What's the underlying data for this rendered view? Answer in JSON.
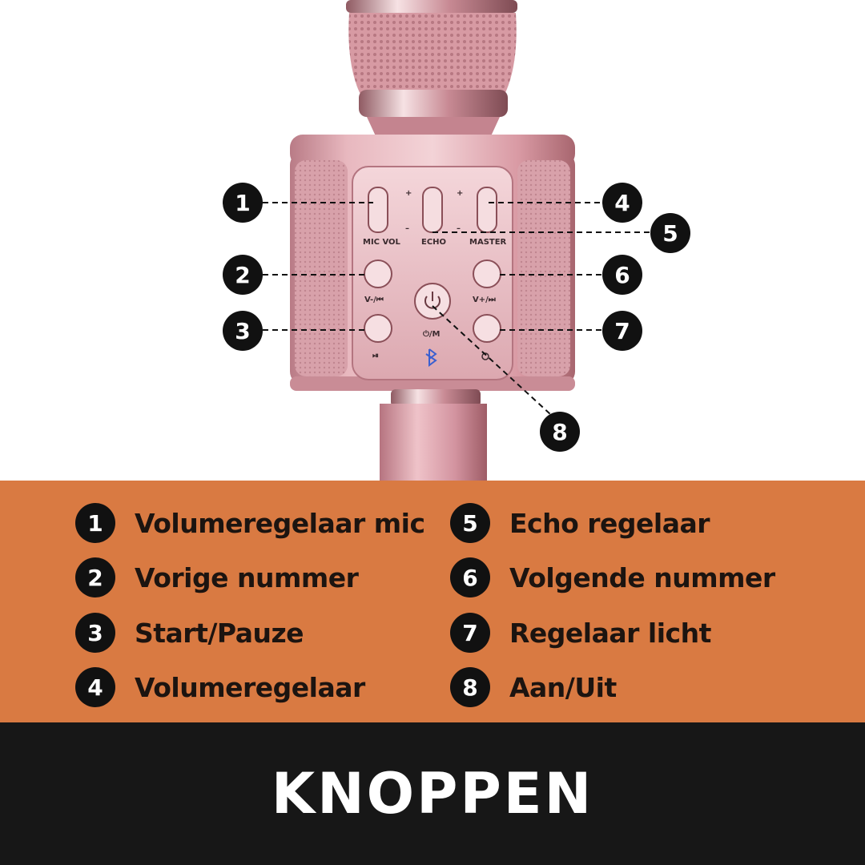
{
  "device_labels": {
    "mic_vol": "MIC VOL",
    "echo": "ECHO",
    "master": "MASTER",
    "prev": "V-/⏮",
    "next": "V+/⏭",
    "power": "⏻/M",
    "play_pause": "⏯",
    "plus": "+",
    "minus": "–"
  },
  "callouts": [
    "1",
    "2",
    "3",
    "4",
    "5",
    "6",
    "7",
    "8"
  ],
  "legend": {
    "items": [
      {
        "num": "1",
        "label": "Volumeregelaar mic"
      },
      {
        "num": "2",
        "label": "Vorige nummer"
      },
      {
        "num": "3",
        "label": "Start/Pauze"
      },
      {
        "num": "4",
        "label": "Volumeregelaar"
      },
      {
        "num": "5",
        "label": "Echo regelaar"
      },
      {
        "num": "6",
        "label": "Volgende nummer"
      },
      {
        "num": "7",
        "label": "Regelaar licht"
      },
      {
        "num": "8",
        "label": "Aan/Uit"
      }
    ]
  },
  "footer": {
    "title": "KNOPPEN"
  },
  "colors": {
    "legend_bg": "#d97a42",
    "footer_bg": "#171717",
    "callout_bg": "#111111",
    "device_pink": "#d9a0a8"
  }
}
